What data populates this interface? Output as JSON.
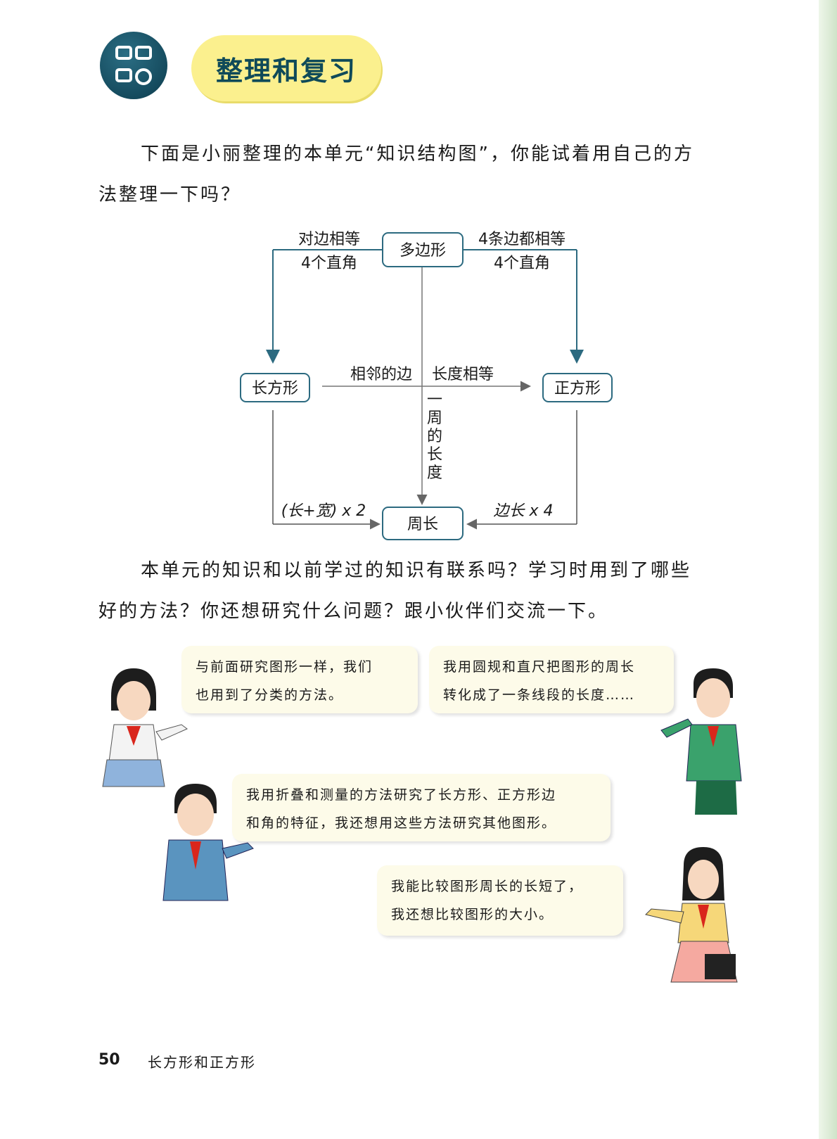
{
  "header": {
    "icon": "grid-four-squares-icon",
    "title": "整理和复习"
  },
  "intro": {
    "line1": "下面是小丽整理的本单元“知识结构图”，你能试着用自己的方",
    "line2": "法整理一下吗？"
  },
  "diagram": {
    "nodes": {
      "top": "多边形",
      "left": "长方形",
      "right": "正方形",
      "bottom": "周长"
    },
    "labels": {
      "left_line1": "对边相等",
      "left_line2": "4个直角",
      "right_line1": "4条边都相等",
      "right_line2": "4个直角",
      "middle_left": "相邻的边",
      "middle_right": "长度相等",
      "vertical": [
        "一",
        "周",
        "的",
        "长",
        "度"
      ],
      "formula_left": "(长+宽) x 2",
      "formula_right": "边长 x 4"
    }
  },
  "discussion": {
    "line1": "本单元的知识和以前学过的知识有联系吗？学习时用到了哪些",
    "line2": "好的方法？你还想研究什么问题？跟小伙伴们交流一下。"
  },
  "bubbles": [
    {
      "line1": "与前面研究图形一样，我们",
      "line2": "也用到了分类的方法。"
    },
    {
      "line1": "我用圆规和直尺把图形的周长",
      "line2": "转化成了一条线段的长度……"
    },
    {
      "line1": "我用折叠和测量的方法研究了长方形、正方形边",
      "line2": "和角的特征，我还想用这些方法研究其他图形。"
    },
    {
      "line1": "我能比较图形周长的长短了，",
      "line2": "我还想比较图形的大小。"
    }
  ],
  "footer": {
    "page_number": "50",
    "chapter": "长方形和正方形"
  },
  "colors": {
    "icon_bg": "#154b5e",
    "title_pill": "#fbf08e",
    "title_text": "#0f4a59",
    "diagram_line": "#2c6a80",
    "bubble_bg": "#fdfbe9",
    "scarf_red": "#d9261c"
  }
}
